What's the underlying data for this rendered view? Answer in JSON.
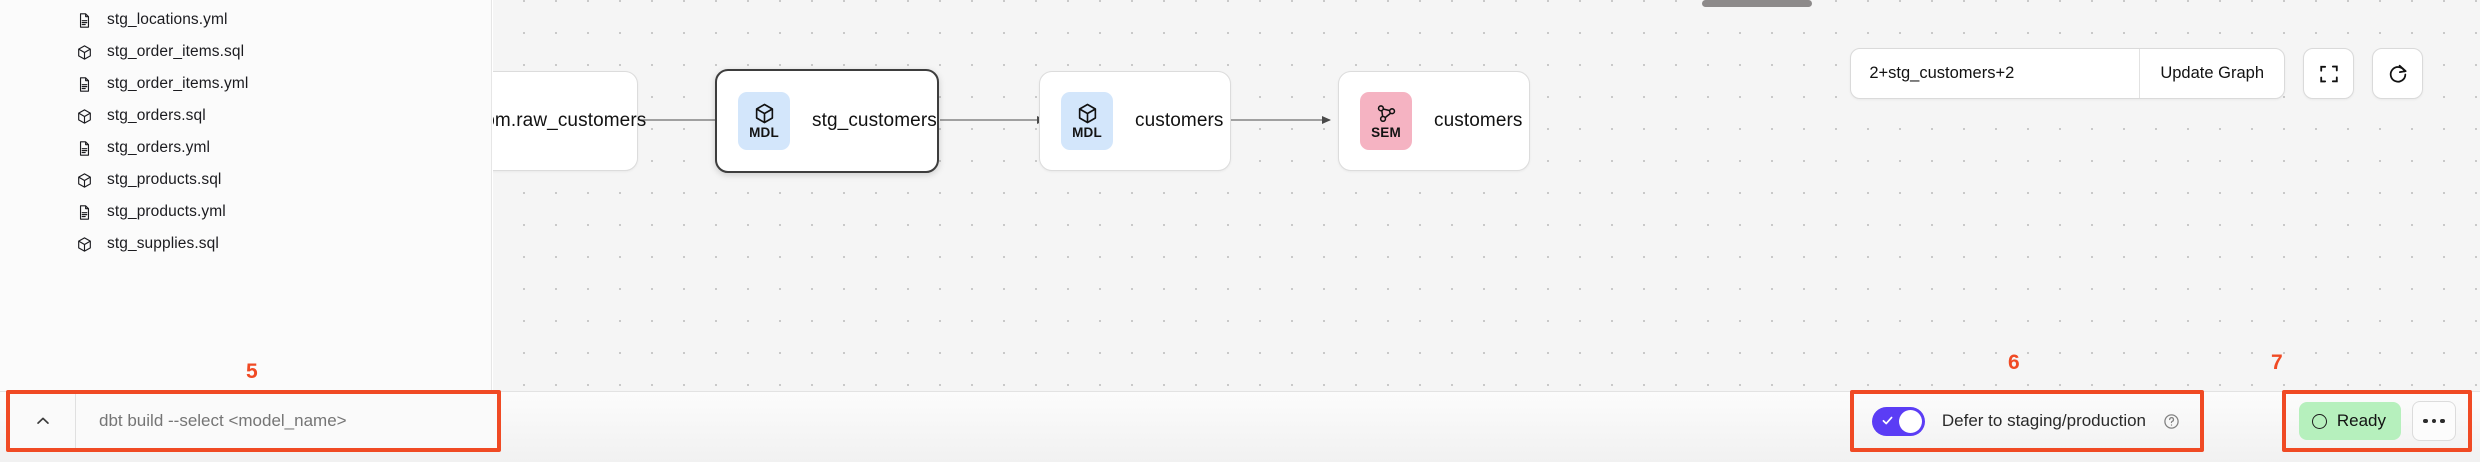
{
  "sidebar": {
    "files": [
      {
        "name": "stg_locations.yml",
        "icon": "file-document-icon"
      },
      {
        "name": "stg_order_items.sql",
        "icon": "cube-model-icon"
      },
      {
        "name": "stg_order_items.yml",
        "icon": "file-document-icon"
      },
      {
        "name": "stg_orders.sql",
        "icon": "cube-model-icon"
      },
      {
        "name": "stg_orders.yml",
        "icon": "file-document-icon"
      },
      {
        "name": "stg_products.sql",
        "icon": "cube-model-icon"
      },
      {
        "name": "stg_products.yml",
        "icon": "file-document-icon"
      },
      {
        "name": "stg_supplies.sql",
        "icon": "cube-model-icon"
      }
    ]
  },
  "graph": {
    "toolbar": {
      "selector_value": "2+stg_customers+2",
      "selector_placeholder": "2+stg_customers+2",
      "update_label": "Update Graph",
      "fullscreen_icon": "fullscreen-icon",
      "refresh_icon": "refresh-icon"
    },
    "nodes": [
      {
        "type": "SRC",
        "label": "ecom.raw_customers",
        "icon": "database-icon",
        "badge_color": "#a5f3df",
        "selected": false
      },
      {
        "type": "MDL",
        "label": "stg_customers",
        "icon": "cube-model-icon",
        "badge_color": "#d3e6fb",
        "selected": true
      },
      {
        "type": "MDL",
        "label": "customers",
        "icon": "cube-model-icon",
        "badge_color": "#d3e6fb",
        "selected": false
      },
      {
        "type": "SEM",
        "label": "customers",
        "icon": "semantic-graph-icon",
        "badge_color": "#f5b3c2",
        "selected": false
      }
    ]
  },
  "bottom": {
    "command_placeholder": "dbt build --select <model_name>",
    "command_value": "",
    "expand_icon": "chevron-up-icon",
    "defer_label": "Defer to staging/production",
    "defer_enabled": true,
    "help_icon": "help-circle-icon",
    "status_label": "Ready",
    "more_icon": "more-horizontal-icon"
  },
  "annotations": {
    "marker_5": "5",
    "marker_6": "6",
    "marker_7": "7",
    "color": "#f04a24"
  }
}
